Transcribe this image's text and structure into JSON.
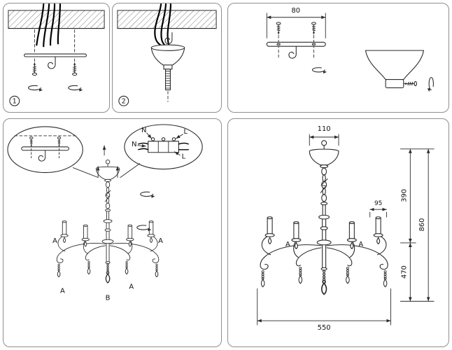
{
  "panel1": {
    "step": "1"
  },
  "panel2": {
    "step": "2"
  },
  "panel3": {
    "dim_bracket": "80"
  },
  "panel4": {
    "wiring": {
      "n1": "N",
      "n2": "N",
      "l1": "L",
      "l2": "L"
    },
    "labels": {
      "candle_left": "A",
      "candle_right": "A",
      "drop_left": "A",
      "drop_center": "B",
      "drop_right": "A"
    }
  },
  "panel5": {
    "dims": {
      "canopy_width": "110",
      "upper_height": "390",
      "total_height": "860",
      "lower_height": "470",
      "candle": "95",
      "body_width": "550"
    },
    "labels": {
      "candle_left": "A",
      "candle_right": "A"
    }
  }
}
